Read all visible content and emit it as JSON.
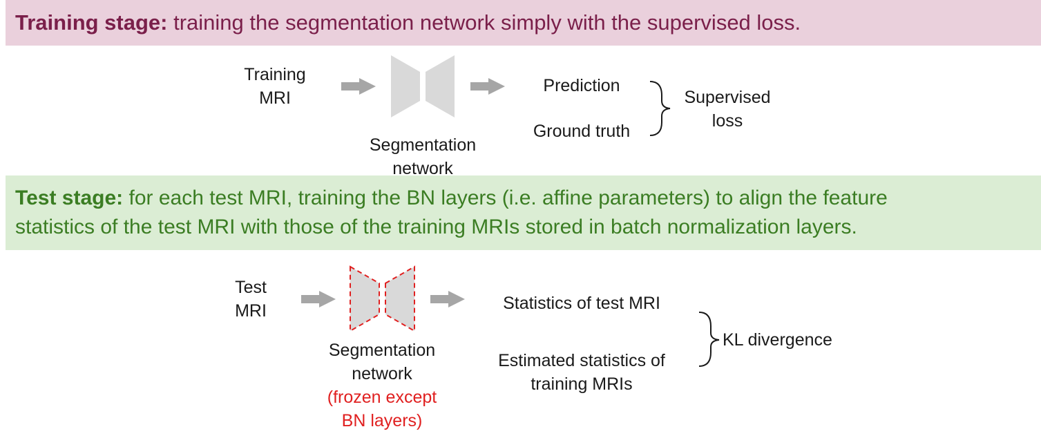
{
  "training": {
    "stage_title": "Training stage:",
    "stage_desc": " training the segmentation network simply with the supervised loss.",
    "input_line1": "Training",
    "input_line2": "MRI",
    "network_line1": "Segmentation",
    "network_line2": "network",
    "output_prediction": "Prediction",
    "output_ground_truth": "Ground truth",
    "loss_line1": "Supervised",
    "loss_line2": "loss"
  },
  "test": {
    "stage_title": "Test stage:",
    "stage_desc_line1": " for each test MRI, training the BN layers (i.e. affine parameters) to align the feature",
    "stage_desc_line2": "statistics of the test MRI with those of the training MRIs stored in batch normalization layers.",
    "input_line1": "Test",
    "input_line2": "MRI",
    "network_line1": "Segmentation",
    "network_line2": "network",
    "network_note_line1": "(frozen except",
    "network_note_line2": "BN layers)",
    "stat_test": "Statistics of test MRI",
    "stat_train_line1": "Estimated statistics of",
    "stat_train_line2": "training MRIs",
    "loss": "KL divergence"
  },
  "colors": {
    "training_banner_bg": "#ead0dc",
    "training_title": "#7a1f4a",
    "test_banner_bg": "#dbedd4",
    "test_title": "#3b7d23",
    "arrow": "#a6a6a6",
    "network_fill": "#d9d9d9",
    "frozen_outline": "#e02020"
  }
}
